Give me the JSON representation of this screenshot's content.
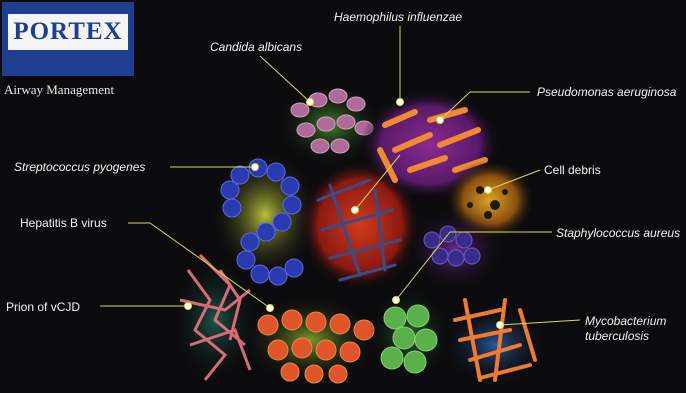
{
  "brand": {
    "logo": "PORTEX",
    "tagline": "Airway Management"
  },
  "labels": {
    "haemophilus": "Haemophilus influenzae",
    "candida": "Candida albicans",
    "pseudomonas": "Pseudomonas aeruginosa",
    "streptococcus": "Streptococcus pyogenes",
    "cell_debris": "Cell debris",
    "hepatitis": "Hepatitis B virus",
    "staphylococcus": "Staphylococcus aureus",
    "prion": "Prion of vCJD",
    "mycobacterium_line1": "Mycobacterium",
    "mycobacterium_line2": "tuberculosis"
  },
  "colors": {
    "background": "#0b0b0d",
    "brand_blue": "#1e3f8f",
    "leader": "#d8dc4a"
  }
}
